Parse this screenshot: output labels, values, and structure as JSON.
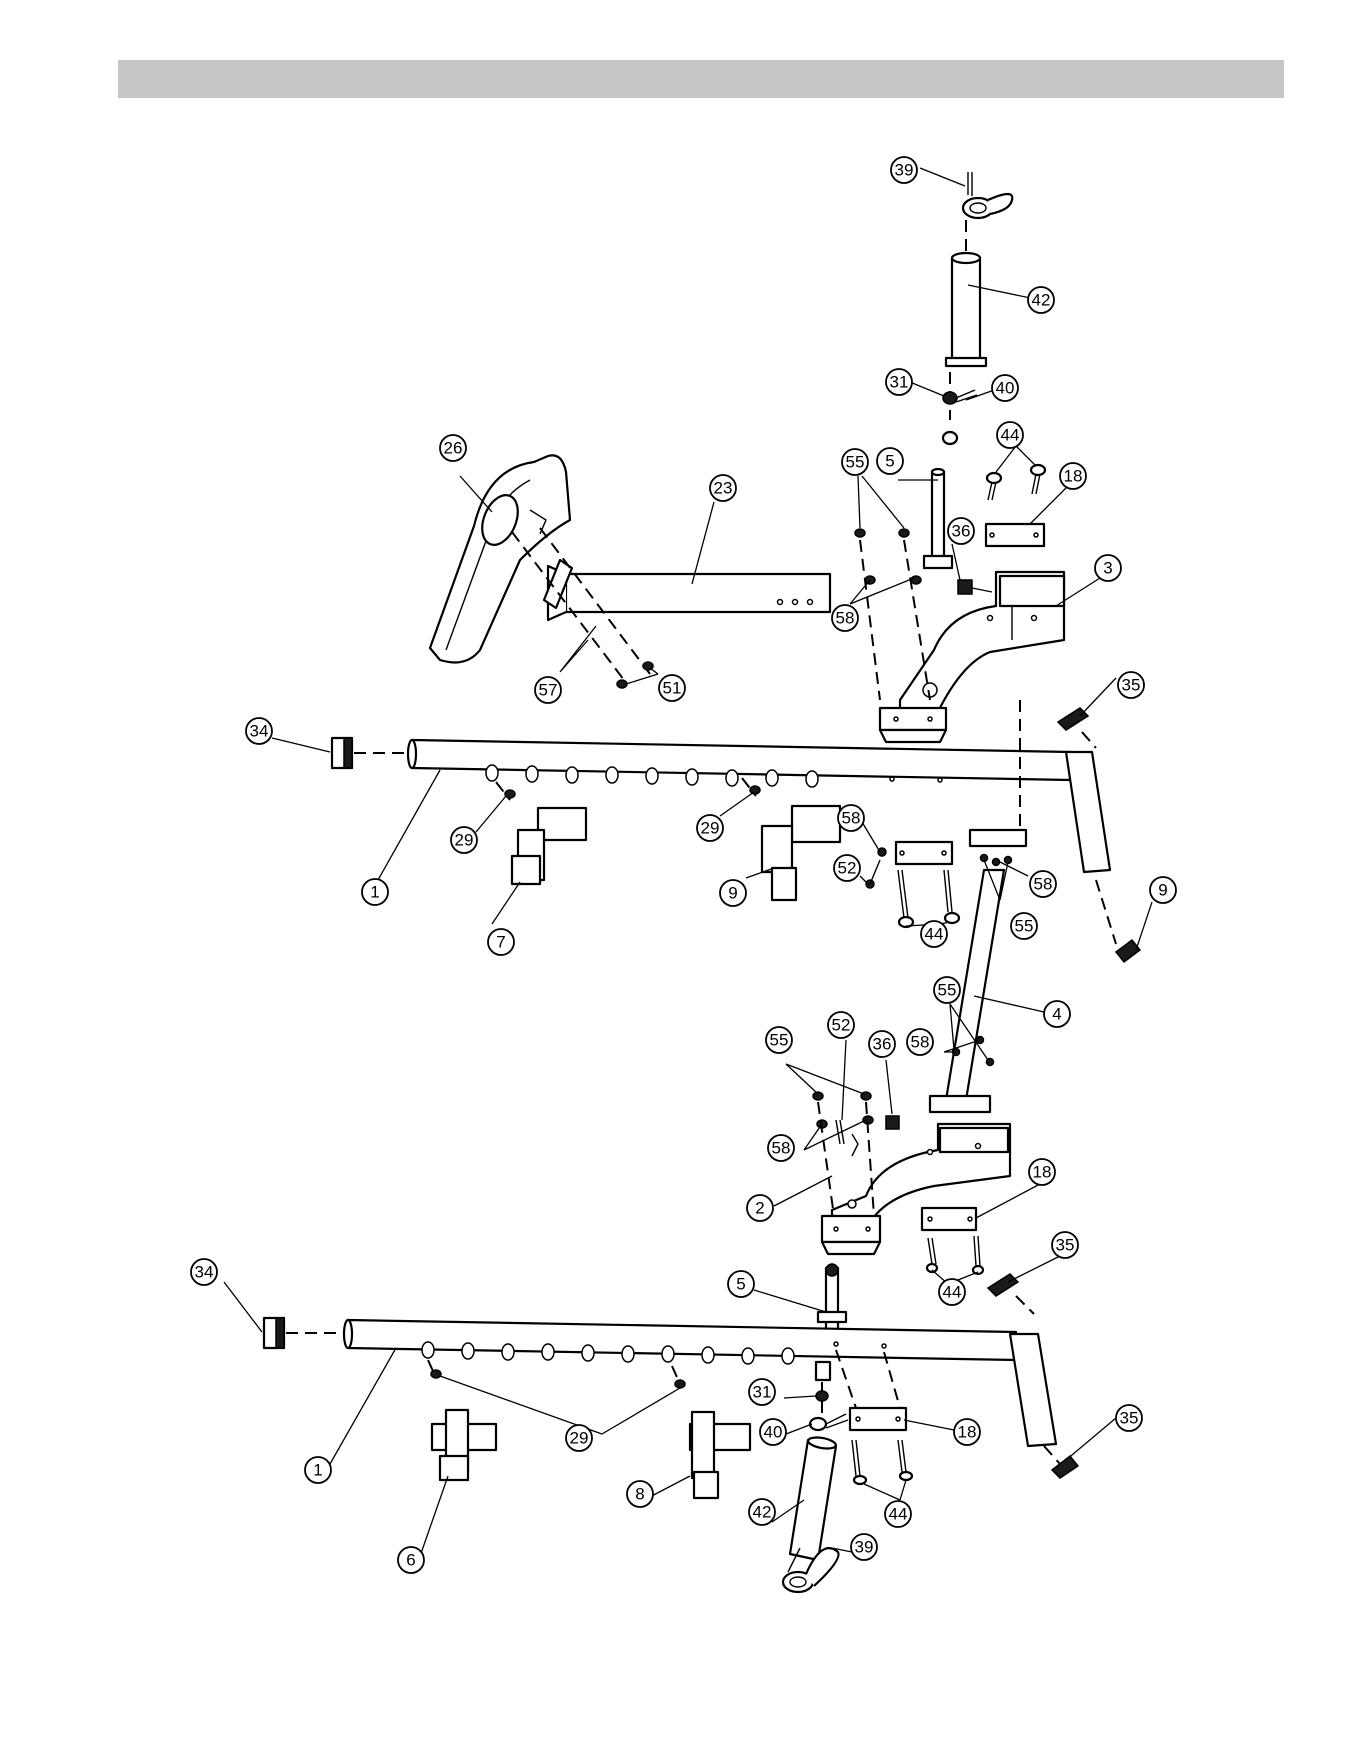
{
  "diagram": {
    "callouts": [
      {
        "id": "c39a",
        "label": "39"
      },
      {
        "id": "c42a",
        "label": "42"
      },
      {
        "id": "c31a",
        "label": "31"
      },
      {
        "id": "c40a",
        "label": "40"
      },
      {
        "id": "c44a",
        "label": "44"
      },
      {
        "id": "c55a",
        "label": "55"
      },
      {
        "id": "c5a",
        "label": "5"
      },
      {
        "id": "c18a",
        "label": "18"
      },
      {
        "id": "c36a",
        "label": "36"
      },
      {
        "id": "c58a",
        "label": "58"
      },
      {
        "id": "c3",
        "label": "3"
      },
      {
        "id": "c26",
        "label": "26"
      },
      {
        "id": "c23",
        "label": "23"
      },
      {
        "id": "c57",
        "label": "57"
      },
      {
        "id": "c51",
        "label": "51"
      },
      {
        "id": "c34a",
        "label": "34"
      },
      {
        "id": "c35a",
        "label": "35"
      },
      {
        "id": "c29a",
        "label": "29"
      },
      {
        "id": "c29b",
        "label": "29"
      },
      {
        "id": "c1a",
        "label": "1"
      },
      {
        "id": "c7",
        "label": "7"
      },
      {
        "id": "c9a",
        "label": "9"
      },
      {
        "id": "c58b",
        "label": "58"
      },
      {
        "id": "c52a",
        "label": "52"
      },
      {
        "id": "c44b",
        "label": "44"
      },
      {
        "id": "c55b",
        "label": "55"
      },
      {
        "id": "c58c",
        "label": "58"
      },
      {
        "id": "c9b",
        "label": "9"
      },
      {
        "id": "c55c",
        "label": "55"
      },
      {
        "id": "c4",
        "label": "4"
      },
      {
        "id": "c58d",
        "label": "58"
      },
      {
        "id": "c55d",
        "label": "55"
      },
      {
        "id": "c52b",
        "label": "52"
      },
      {
        "id": "c36b",
        "label": "36"
      },
      {
        "id": "c58e",
        "label": "58"
      },
      {
        "id": "c2",
        "label": "2"
      },
      {
        "id": "c18b",
        "label": "18"
      },
      {
        "id": "c35b",
        "label": "35"
      },
      {
        "id": "c44c",
        "label": "44"
      },
      {
        "id": "c5b",
        "label": "5"
      },
      {
        "id": "c34b",
        "label": "34"
      },
      {
        "id": "c31b",
        "label": "31"
      },
      {
        "id": "c40b",
        "label": "40"
      },
      {
        "id": "c18c",
        "label": "18"
      },
      {
        "id": "c35c",
        "label": "35"
      },
      {
        "id": "c29c",
        "label": "29"
      },
      {
        "id": "c1b",
        "label": "1"
      },
      {
        "id": "c8",
        "label": "8"
      },
      {
        "id": "c42b",
        "label": "42"
      },
      {
        "id": "c44d",
        "label": "44"
      },
      {
        "id": "c6",
        "label": "6"
      },
      {
        "id": "c39b",
        "label": "39"
      }
    ]
  }
}
